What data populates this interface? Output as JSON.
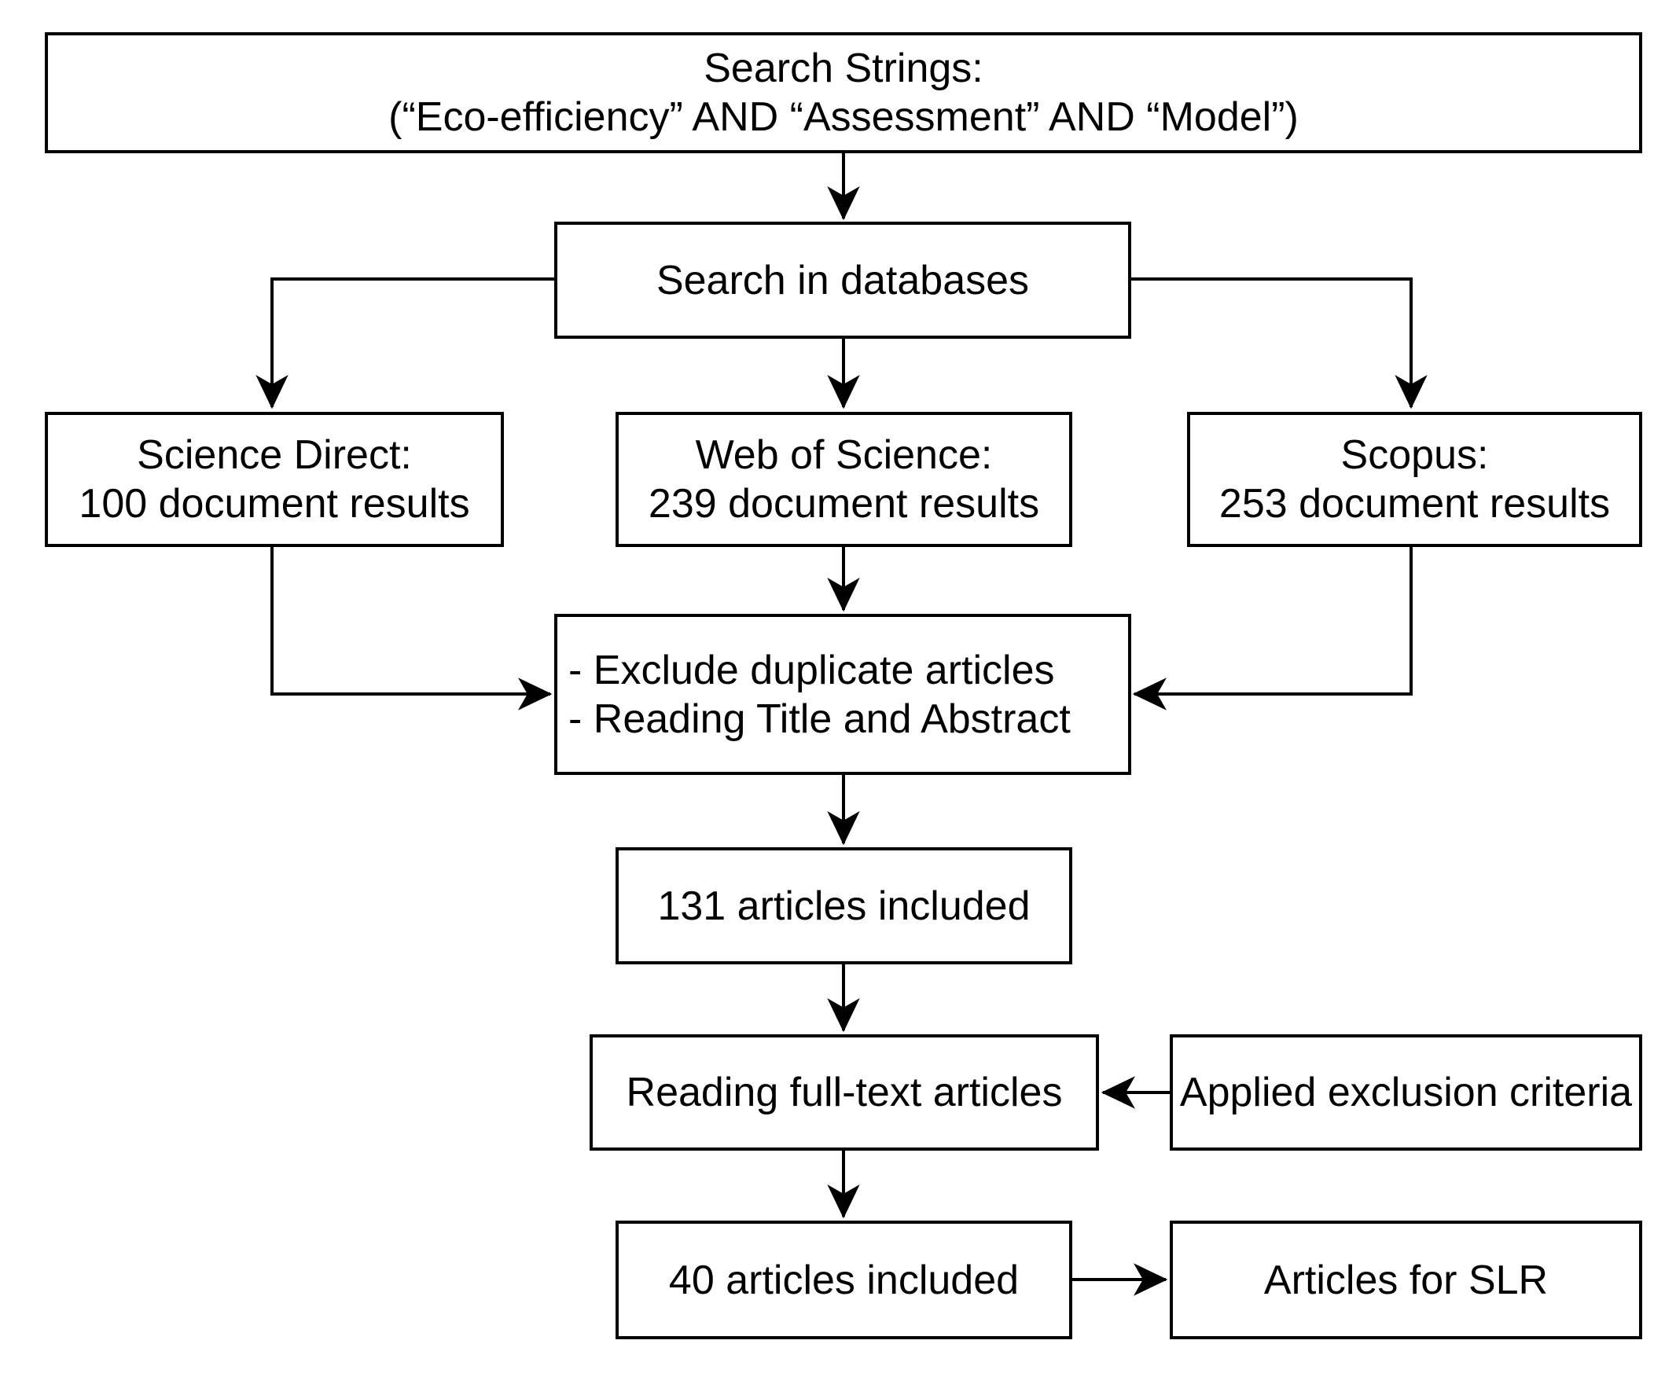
{
  "figure": {
    "type": "flowchart",
    "colors": {
      "line": "#000000",
      "box_fill": "#ffffff",
      "background": "#ffffff",
      "text": "#000000"
    },
    "nodes": {
      "search_strings": {
        "line1": "Search Strings:",
        "line2": "(“Eco-efficiency” AND “Assessment” AND “Model”)"
      },
      "search_databases": {
        "label": "Search in databases"
      },
      "science_direct": {
        "line1": "Science Direct:",
        "line2": "100 document results"
      },
      "web_of_science": {
        "line1": "Web of Science:",
        "line2": "239 document results"
      },
      "scopus": {
        "line1": "Scopus:",
        "line2": "253 document results"
      },
      "screening": {
        "line1": "- Exclude duplicate articles",
        "line2": "- Reading Title and Abstract"
      },
      "articles_131": {
        "label": "131 articles included"
      },
      "full_text": {
        "label": "Reading full-text articles"
      },
      "exclusion_criteria": {
        "label": "Applied exclusion criteria"
      },
      "articles_40": {
        "label": "40 articles included"
      },
      "articles_slr": {
        "label": "Articles for SLR"
      }
    },
    "edges": [
      {
        "from": "search_strings",
        "to": "search_databases"
      },
      {
        "from": "search_databases",
        "to": "science_direct"
      },
      {
        "from": "search_databases",
        "to": "web_of_science"
      },
      {
        "from": "search_databases",
        "to": "scopus"
      },
      {
        "from": "science_direct",
        "to": "screening"
      },
      {
        "from": "web_of_science",
        "to": "screening"
      },
      {
        "from": "scopus",
        "to": "screening"
      },
      {
        "from": "screening",
        "to": "articles_131"
      },
      {
        "from": "articles_131",
        "to": "full_text"
      },
      {
        "from": "exclusion_criteria",
        "to": "full_text"
      },
      {
        "from": "full_text",
        "to": "articles_40"
      },
      {
        "from": "articles_40",
        "to": "articles_slr"
      }
    ]
  }
}
